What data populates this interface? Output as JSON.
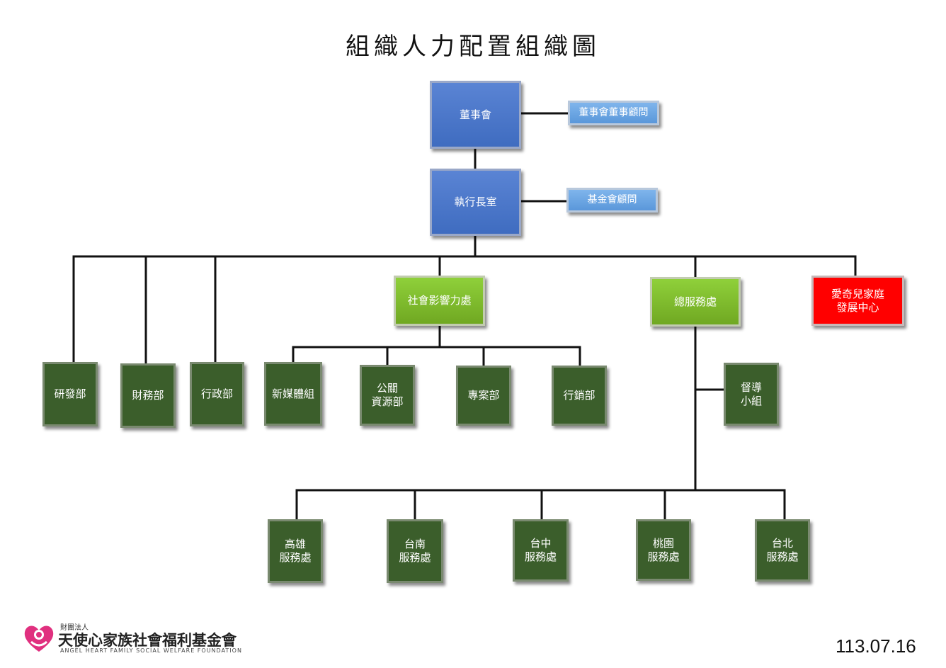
{
  "title": "組織人力配置組織圖",
  "date": "113.07.16",
  "logo": {
    "small_text": "財團法人",
    "name": "天使心家族社會福利基金會",
    "english": "ANGEL HEART FAMILY SOCIAL WELFARE FOUNDATION"
  },
  "nodes": {
    "board": "董事會",
    "board_advisor": "董事會董事顧問",
    "ceo_office": "執行長室",
    "foundation_advisor": "基金會顧問",
    "social_impact": "社會影響力處",
    "general_service": "總服務處",
    "aiqi_center": "愛奇兒家庭\n發展中心",
    "rnd": "研發部",
    "finance": "財務部",
    "admin": "行政部",
    "new_media": "新媒體組",
    "pr": "公關\n資源部",
    "project": "專案部",
    "marketing": "行銷部",
    "supervision": "督導\n小組",
    "kaohsiung": "高雄\n服務處",
    "tainan": "台南\n服務處",
    "taichung": "台中\n服務處",
    "taoyuan": "桃園\n服務處",
    "taipei": "台北\n服務處"
  }
}
